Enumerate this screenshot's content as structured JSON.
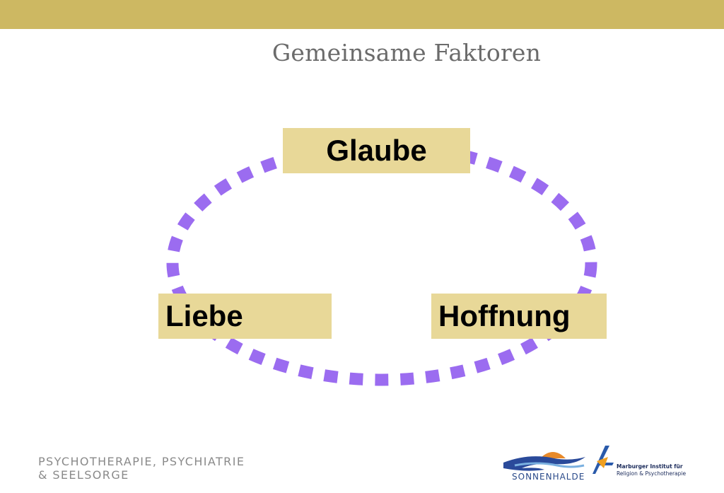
{
  "title": "Gemeinsame Faktoren",
  "diagram": {
    "top": "Glaube",
    "left": "Liebe",
    "right": "Hoffnung"
  },
  "footer": {
    "line1": "PSYCHOTHERAPIE, PSYCHIATRIE",
    "line2": "& SEELSORGE"
  },
  "logos": {
    "sonnenhalde": "SONNENHALDE",
    "marburg_line1": "Marburger Institut für",
    "marburg_line2": "Religion & Psychotherapie"
  },
  "colors": {
    "header_bar": "#cdb862",
    "box_fill": "#e8d898",
    "ring": "#9b6cf0"
  }
}
